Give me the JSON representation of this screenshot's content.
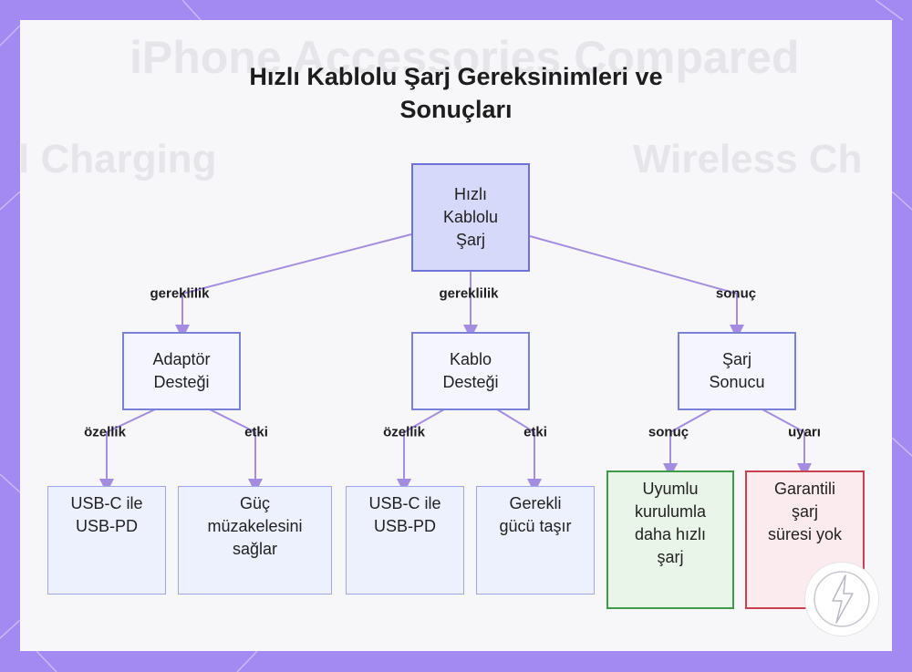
{
  "background_text": {
    "top": "iPhone Accessories Compared",
    "left": "l Charging",
    "right": "Wireless Ch"
  },
  "title": {
    "line1": "Hızlı Kablolu Şarj Gereksinimleri ve",
    "line2": "Sonuçları"
  },
  "nodes": {
    "root": [
      "Hızlı",
      "Kablolu",
      "Şarj"
    ],
    "adapter": [
      "Adaptör",
      "Desteği"
    ],
    "cable": [
      "Kablo",
      "Desteği"
    ],
    "result": [
      "Şarj",
      "Sonucu"
    ],
    "adapter_feature": [
      "USB-C ile",
      "USB-PD"
    ],
    "adapter_effect": [
      "Güç",
      "müzakelesini",
      "sağlar"
    ],
    "cable_feature": [
      "USB-C ile",
      "USB-PD"
    ],
    "cable_effect": [
      "Gerekli",
      "gücü taşır"
    ],
    "result_outcome": [
      "Uyumlu",
      "kurulumla",
      "daha hızlı",
      "şarj"
    ],
    "result_warning": [
      "Garantili",
      "şarj",
      "süresi yok"
    ]
  },
  "edges": {
    "root_adapter": "gereklilik",
    "root_cable": "gereklilik",
    "root_result": "sonuç",
    "adapter_feature": "özellik",
    "adapter_effect": "etki",
    "cable_feature": "özellik",
    "cable_effect": "etki",
    "result_outcome": "sonuç",
    "result_warning": "uyarı"
  },
  "colors": {
    "frame": "#a38af2",
    "edge": "#a48ce0",
    "root_fill": "#d7d9fb",
    "positive_border": "#3d9b48",
    "warning_border": "#c9414f"
  },
  "icons": {
    "corner_badge": "lightning-bolt-icon"
  }
}
